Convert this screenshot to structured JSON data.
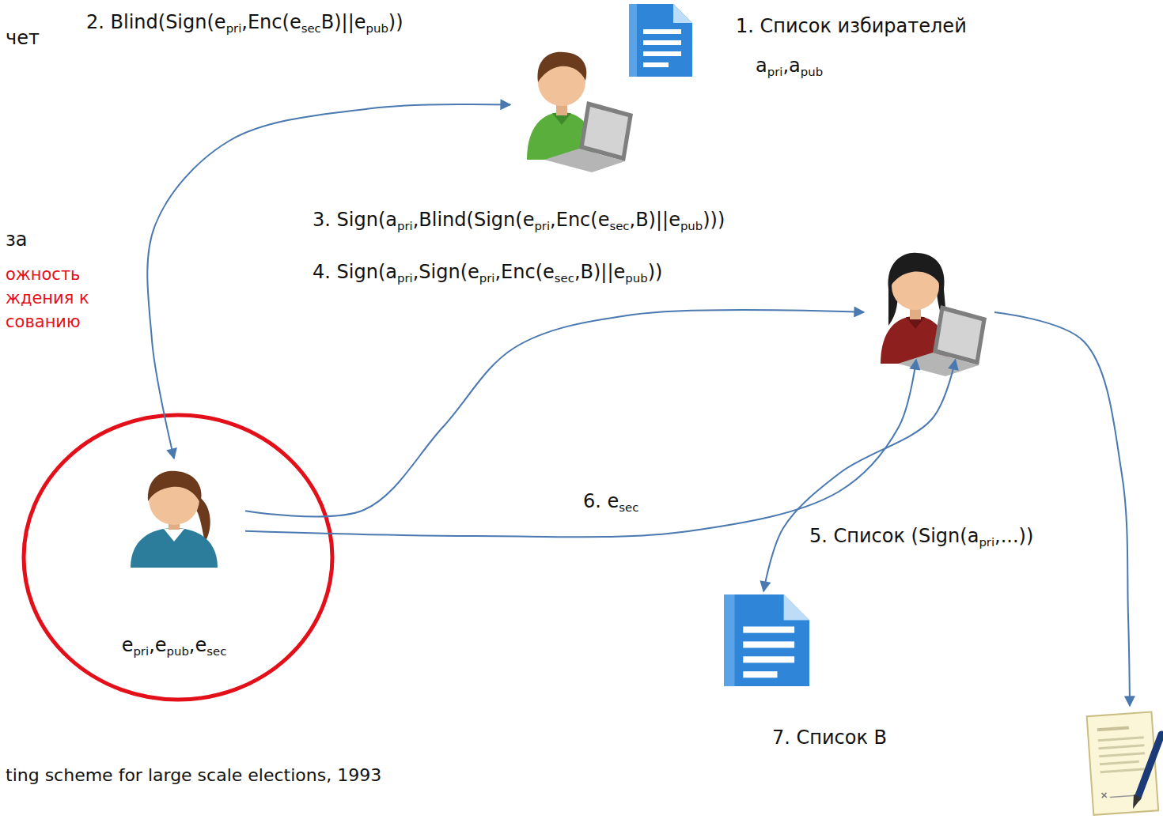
{
  "diagram": {
    "nodes": [
      {
        "text": [
          "1. Список избирателей",
          "apri,apub"
        ]
      },
      {
        "text": []
      },
      {
        "text": []
      },
      {
        "text": [
          "epri,epub,esec"
        ]
      },
      {
        "text": []
      },
      {
        "text": []
      }
    ],
    "edges": [
      {
        "from": 3,
        "to": 1,
        "arrow": "both",
        "label": "2. Blind(Sign(epri,Enc(esecB)||epub))"
      },
      {
        "from": 3,
        "to": 2,
        "arrow": "to",
        "label": "4. Sign(apri,Sign(epri,Enc(esec,B)||epub))"
      },
      {
        "from": 2,
        "to": 4,
        "arrow": "both",
        "label": "5. Список (Sign(apri,...))"
      },
      {
        "from": 3,
        "to": 2,
        "arrow": "to",
        "label": "6. esec"
      },
      {
        "from": 2,
        "to": 5,
        "arrow": "to"
      }
    ],
    "labels": [
      "чет",
      "3. Sign(apri,Blind(Sign(epri,Enc(esec,B)||epub)))",
      "за",
      "ожность",
      "ждения к",
      "сованию",
      "7. Список B",
      "ting scheme for large scale elections, 1993"
    ]
  }
}
